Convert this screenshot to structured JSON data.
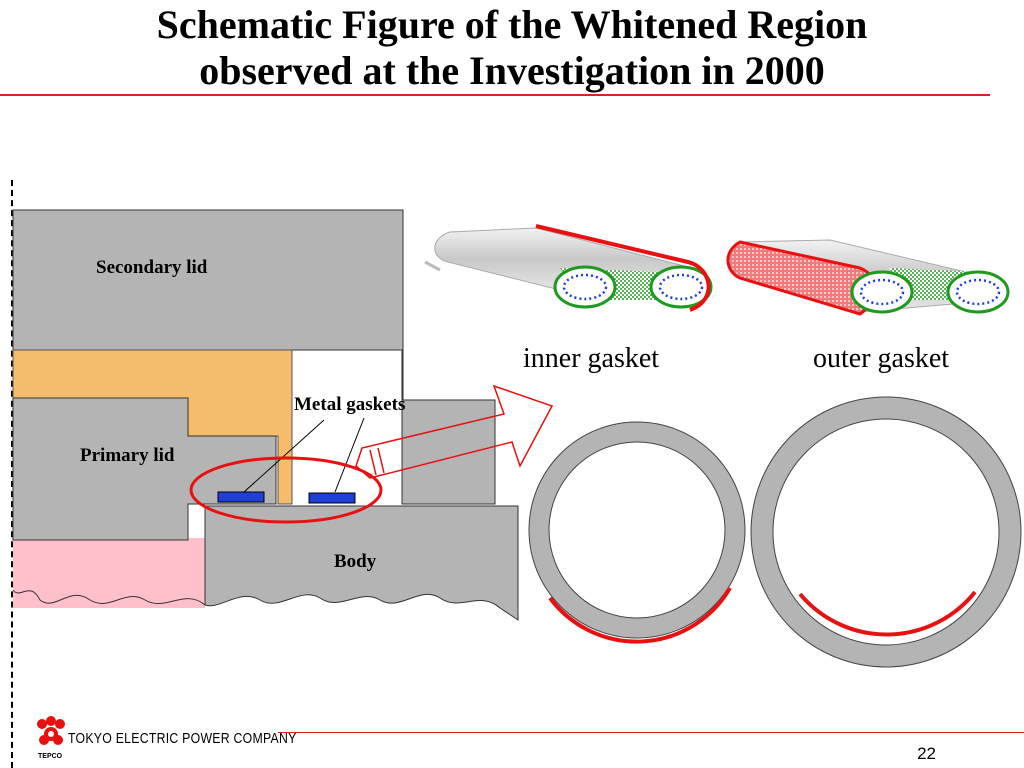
{
  "title": {
    "line1": "Schematic Figure of the Whitened Region",
    "line2": "observed at the Investigation in 2000"
  },
  "labels": {
    "secondary_lid": "Secondary lid",
    "primary_lid": "Primary lid",
    "metal_gaskets": "Metal gaskets",
    "body": "Body",
    "inner_gasket": "inner gasket",
    "outer_gasket": "outer gasket"
  },
  "footer": {
    "company": "TOKYO ELECTRIC POWER COMPANY",
    "logo_abbrev": "TEPCO",
    "page_number": "22"
  },
  "colors": {
    "rule": "#e02020",
    "lid_gray": "#b4b4b4",
    "orange": "#f5bd6b",
    "pink": "#ffc0cb",
    "gasket_blue": "#1f3fd6",
    "highlight_red": "#e81010",
    "seal_green": "#1e9a1e"
  }
}
